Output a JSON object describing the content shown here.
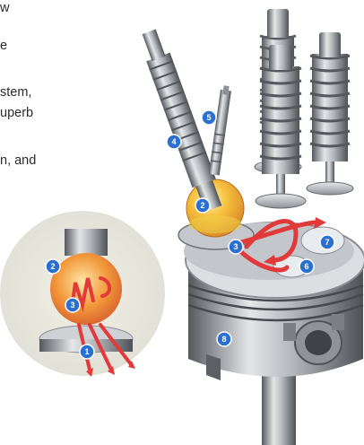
{
  "text_fragments": [
    "w",
    "e",
    "stem,",
    "uperb",
    "n, and"
  ],
  "callouts": {
    "swirl_inset_chamber": "2",
    "swirl_inset_flow": "3",
    "swirl_inset_injector_jet": "1",
    "main_chamber": "2",
    "main_passage": "3",
    "injector": "4",
    "glow_plug": "5",
    "piston_cavity_left": "6",
    "piston_cavity_right": "7",
    "piston": "8"
  },
  "colors": {
    "badge": "#2b6fd0",
    "flame_arrow": "#e23a3a",
    "chamber": "#f2b233",
    "metal_dark": "#6f7378",
    "metal_light": "#d9dcdf"
  }
}
